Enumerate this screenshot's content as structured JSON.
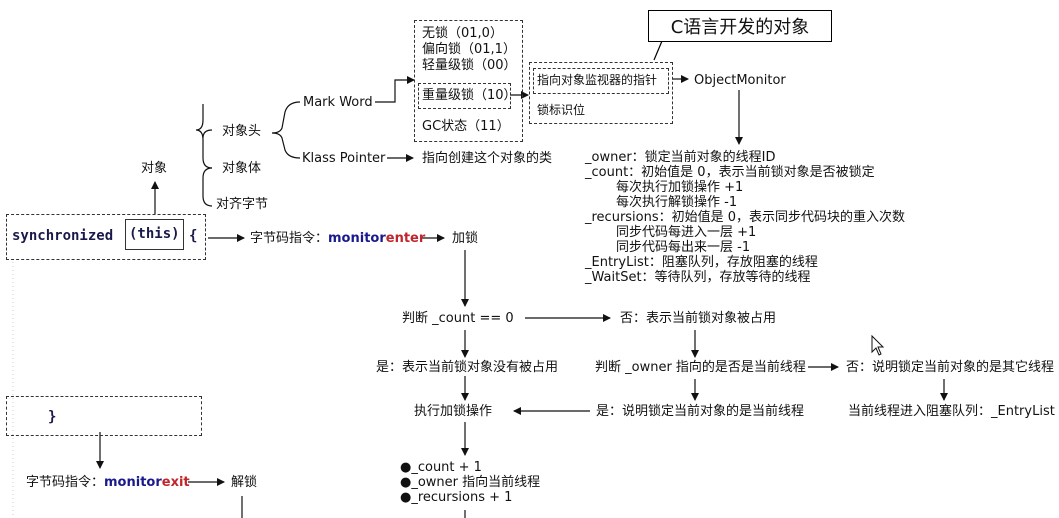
{
  "callout": "C语言开发的对象",
  "object_tree": {
    "root": "对象",
    "header": "对象头",
    "body": "对象体",
    "padding": "对齐字节",
    "mark_word": "Mark Word",
    "klass_pointer": "Klass Pointer",
    "klass_desc": "指向创建这个对象的类"
  },
  "lock_states": {
    "lock_free": "无锁（01,0）",
    "biased": "偏向锁（01,1）",
    "lightweight": "轻量级锁（00）",
    "heavyweight": "重量级锁（10）",
    "gc": "GC状态（11）"
  },
  "monitor": {
    "pointer_label": "指向对象监视器的指针",
    "flag_label": "锁标识位",
    "name": "ObjectMonitor",
    "fields": [
      "_owner：锁定当前对象的线程ID",
      "_count：初始值是 0，表示当前锁对象是否被锁定",
      "每次执行加锁操作 +1",
      "每次执行解锁操作  -1",
      "_recursions：初始值是 0，表示同步代码块的重入次数",
      "同步代码每进入一层 +1",
      "同步代码每出来一层 -1",
      "_EntryList：阻塞队列，存放阻塞的线程",
      "_WaitSet：等待队列，存放等待的线程"
    ]
  },
  "code": {
    "sync_keyword": "synchronized",
    "this_arg": "(this)",
    "open_brace": "{",
    "close_brace": "}"
  },
  "bytecode": {
    "prefix": "字节码指令：",
    "enter_a": "monitor",
    "enter_b": "enter",
    "exit_a": "monitor",
    "exit_b": "exit",
    "lock": "加锁",
    "unlock": "解锁"
  },
  "flow": {
    "check_count": "判断 _count == 0",
    "count_no": "否：表示当前锁对象被占用",
    "count_yes": "是：表示当前锁对象没有被占用",
    "check_owner": "判断 _owner 指向的是否是当前线程",
    "owner_no": "否：说明锁定当前对象的是其它线程",
    "owner_yes": "是：说明锁定当前对象的是当前线程",
    "do_lock": "执行加锁操作",
    "enter_queue": "当前线程进入阻塞队列：_EntryList",
    "step_count": "●_count + 1",
    "step_owner": "●_owner 指向当前线程",
    "step_recursions": "●_recursions + 1"
  }
}
